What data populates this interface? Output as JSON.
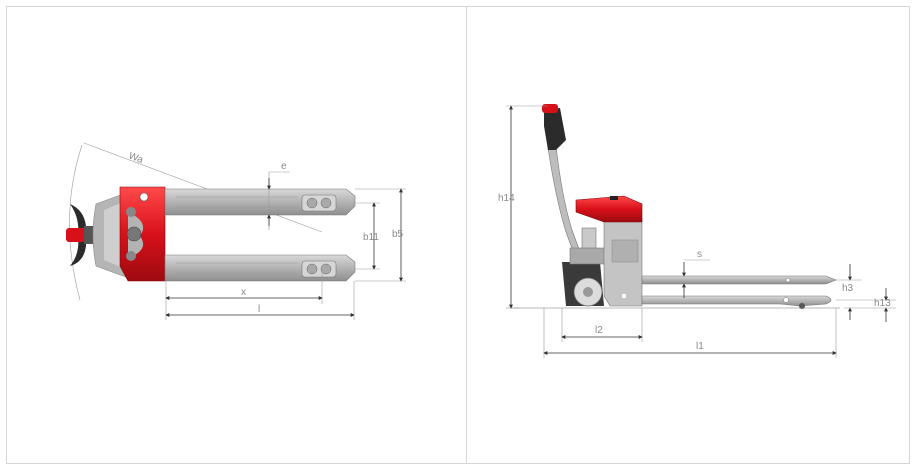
{
  "colors": {
    "red": "#d8101a",
    "fork_grey": "#b8b8b8",
    "body_grey": "#bdbdbd",
    "dark": "#2b2b2b",
    "dim_line": "#333333",
    "panel_border": "#d6d6d6"
  },
  "top_view": {
    "labels": {
      "wa": "Wa",
      "e": "e",
      "b11": "b11",
      "b5": "b5",
      "x": "x",
      "l": "l"
    }
  },
  "side_view": {
    "labels": {
      "h14": "h14",
      "s": "s",
      "h3": "h3",
      "h13": "h13",
      "l2": "l2",
      "l1": "l1"
    }
  }
}
